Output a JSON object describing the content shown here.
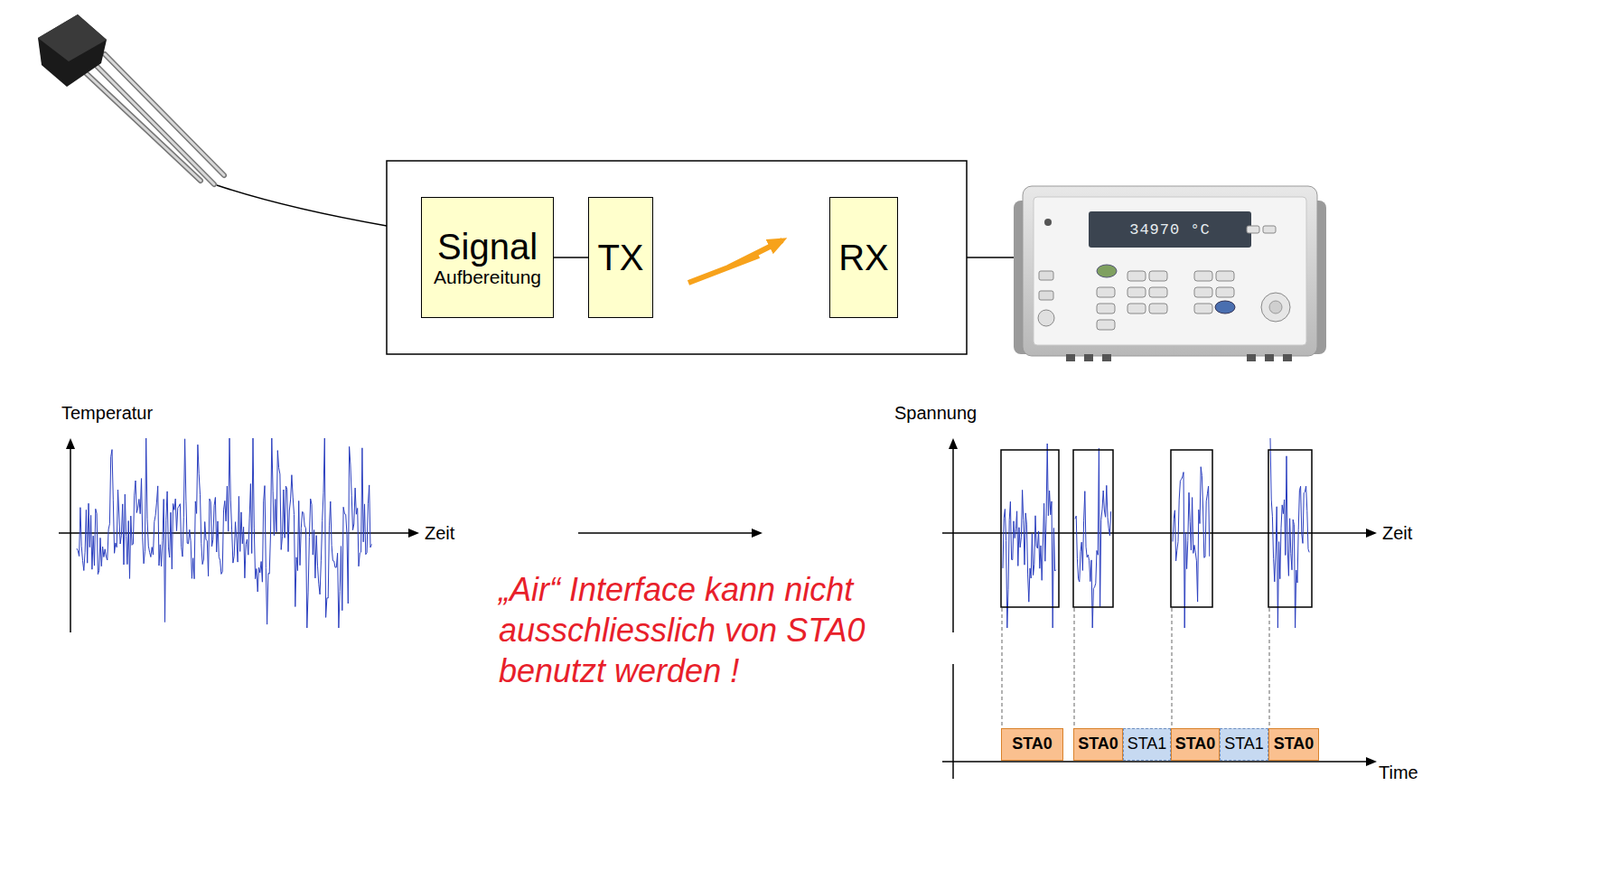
{
  "diagram": {
    "nodes": [
      {
        "text": [
          "Signal",
          "Aufbereitung"
        ]
      },
      {
        "text": [
          "TX"
        ]
      },
      {
        "text": [
          "RX"
        ]
      },
      {
        "text": [
          "STA0"
        ]
      },
      {
        "text": [
          "STA0"
        ]
      },
      {
        "text": [
          "STA1"
        ]
      },
      {
        "text": [
          "STA0"
        ]
      },
      {
        "text": [
          "STA1"
        ]
      },
      {
        "text": [
          "STA0"
        ]
      }
    ],
    "edges": [
      {
        "from": 0,
        "to": 1,
        "arrow": "none"
      }
    ],
    "labels": [
      "Temperatur",
      "Zeit",
      "Spannung",
      "Zeit",
      "Time",
      "„Air“ Interface kann nicht ausschliesslich von STA0 benutzt werden !",
      "34970 °C"
    ]
  }
}
